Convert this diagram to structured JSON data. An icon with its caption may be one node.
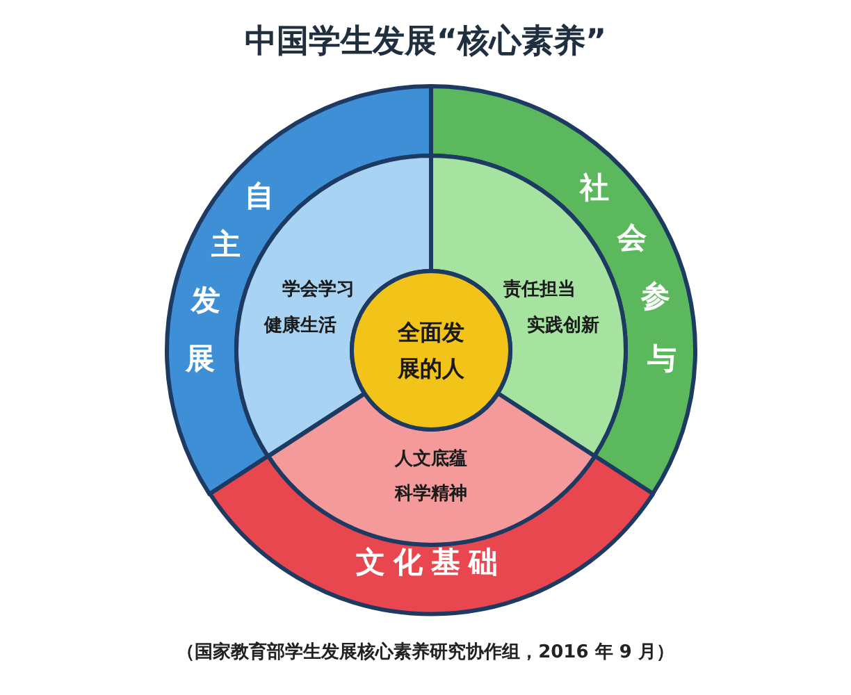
{
  "diagram": {
    "title": "中国学生发展“核心素养”",
    "caption": "（国家教育部学生发展核心素养研究协作组，2016 年 9 月）",
    "nodes": [
      {
        "text": [
          "自主发展"
        ]
      },
      {
        "text": [
          "社会参与"
        ]
      },
      {
        "text": [
          "学会学习",
          "健康生活"
        ]
      },
      {
        "text": [
          "全面发展的人"
        ]
      },
      {
        "text": [
          "责任担当",
          "实践创新"
        ]
      },
      {
        "text": [
          "人文底蕴",
          "科学精神"
        ]
      },
      {
        "text": [
          "文化基础"
        ]
      }
    ]
  }
}
